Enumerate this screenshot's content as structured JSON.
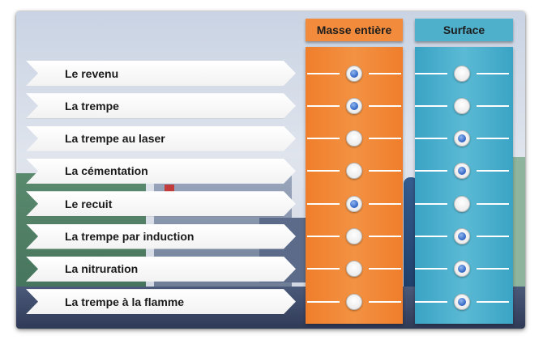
{
  "columns": {
    "masse": {
      "label": "Masse entière",
      "color": "#f38b3c"
    },
    "surface": {
      "label": "Surface",
      "color": "#4fb0cc"
    }
  },
  "rows": [
    {
      "label": "Le revenu",
      "masse": true,
      "surface": false
    },
    {
      "label": "La trempe",
      "masse": true,
      "surface": false
    },
    {
      "label": "La trempe au laser",
      "masse": false,
      "surface": true
    },
    {
      "label": "La cémentation",
      "masse": false,
      "surface": true
    },
    {
      "label": "Le recuit",
      "masse": true,
      "surface": false
    },
    {
      "label": "La trempe par induction",
      "masse": false,
      "surface": true
    },
    {
      "label": "La nitruration",
      "masse": false,
      "surface": true
    },
    {
      "label": "La trempe à la flamme",
      "masse": false,
      "surface": true
    }
  ]
}
